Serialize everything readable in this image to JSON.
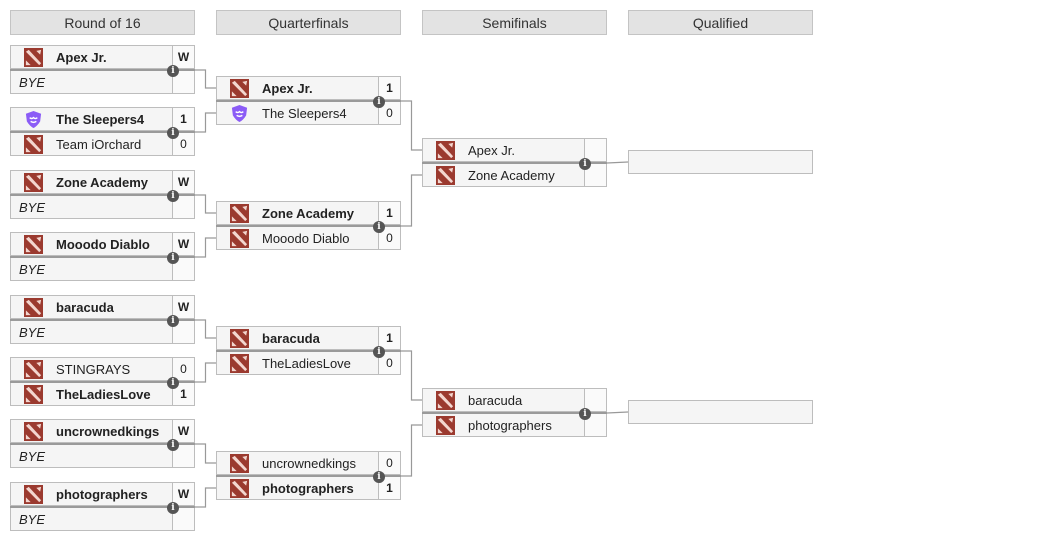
{
  "headers": [
    "Round of 16",
    "Quarterfinals",
    "Semifinals",
    "Qualified"
  ],
  "info_glyph": "i",
  "colors": {
    "dota_logo": "#9b3a2f",
    "sleepers_logo": "#8b5cf6",
    "connector": "#999999"
  },
  "round_of_16": [
    {
      "teams": [
        {
          "name": "Apex Jr.",
          "score": "W",
          "logo": "dota-icon",
          "winner": true
        },
        {
          "name": "BYE",
          "score": "",
          "logo": "",
          "winner": false,
          "bye": true
        }
      ]
    },
    {
      "teams": [
        {
          "name": "The Sleepers4",
          "score": "1",
          "logo": "sleepers-icon",
          "winner": true
        },
        {
          "name": "Team iOrchard",
          "score": "0",
          "logo": "dota-icon",
          "winner": false
        }
      ]
    },
    {
      "teams": [
        {
          "name": "Zone Academy",
          "score": "W",
          "logo": "dota-icon",
          "winner": true
        },
        {
          "name": "BYE",
          "score": "",
          "logo": "",
          "winner": false,
          "bye": true
        }
      ]
    },
    {
      "teams": [
        {
          "name": "Mooodo Diablo",
          "score": "W",
          "logo": "dota-icon",
          "winner": true
        },
        {
          "name": "BYE",
          "score": "",
          "logo": "",
          "winner": false,
          "bye": true
        }
      ]
    },
    {
      "teams": [
        {
          "name": "baracuda",
          "score": "W",
          "logo": "dota-icon",
          "winner": true
        },
        {
          "name": "BYE",
          "score": "",
          "logo": "",
          "winner": false,
          "bye": true
        }
      ]
    },
    {
      "teams": [
        {
          "name": "STINGRAYS",
          "score": "0",
          "logo": "dota-icon",
          "winner": false
        },
        {
          "name": "TheLadiesLove",
          "score": "1",
          "logo": "dota-icon",
          "winner": true
        }
      ]
    },
    {
      "teams": [
        {
          "name": "uncrownedkings",
          "score": "W",
          "logo": "dota-icon",
          "winner": true
        },
        {
          "name": "BYE",
          "score": "",
          "logo": "",
          "winner": false,
          "bye": true
        }
      ]
    },
    {
      "teams": [
        {
          "name": "photographers",
          "score": "W",
          "logo": "dota-icon",
          "winner": true
        },
        {
          "name": "BYE",
          "score": "",
          "logo": "",
          "winner": false,
          "bye": true
        }
      ]
    }
  ],
  "quarterfinals": [
    {
      "teams": [
        {
          "name": "Apex Jr.",
          "score": "1",
          "logo": "dota-icon",
          "winner": true
        },
        {
          "name": "The Sleepers4",
          "score": "0",
          "logo": "sleepers-icon",
          "winner": false
        }
      ]
    },
    {
      "teams": [
        {
          "name": "Zone Academy",
          "score": "1",
          "logo": "dota-icon",
          "winner": true
        },
        {
          "name": "Mooodo Diablo",
          "score": "0",
          "logo": "dota-icon",
          "winner": false
        }
      ]
    },
    {
      "teams": [
        {
          "name": "baracuda",
          "score": "1",
          "logo": "dota-icon",
          "winner": true
        },
        {
          "name": "TheLadiesLove",
          "score": "0",
          "logo": "dota-icon",
          "winner": false
        }
      ]
    },
    {
      "teams": [
        {
          "name": "uncrownedkings",
          "score": "0",
          "logo": "dota-icon",
          "winner": false
        },
        {
          "name": "photographers",
          "score": "1",
          "logo": "dota-icon",
          "winner": true
        }
      ]
    }
  ],
  "semifinals": [
    {
      "teams": [
        {
          "name": "Apex Jr.",
          "score": "",
          "logo": "dota-icon",
          "winner": false
        },
        {
          "name": "Zone Academy",
          "score": "",
          "logo": "dota-icon",
          "winner": false
        }
      ]
    },
    {
      "teams": [
        {
          "name": "baracuda",
          "score": "",
          "logo": "dota-icon",
          "winner": false
        },
        {
          "name": "photographers",
          "score": "",
          "logo": "dota-icon",
          "winner": false
        }
      ]
    }
  ],
  "qualified": [
    {
      "name": ""
    },
    {
      "name": ""
    }
  ]
}
